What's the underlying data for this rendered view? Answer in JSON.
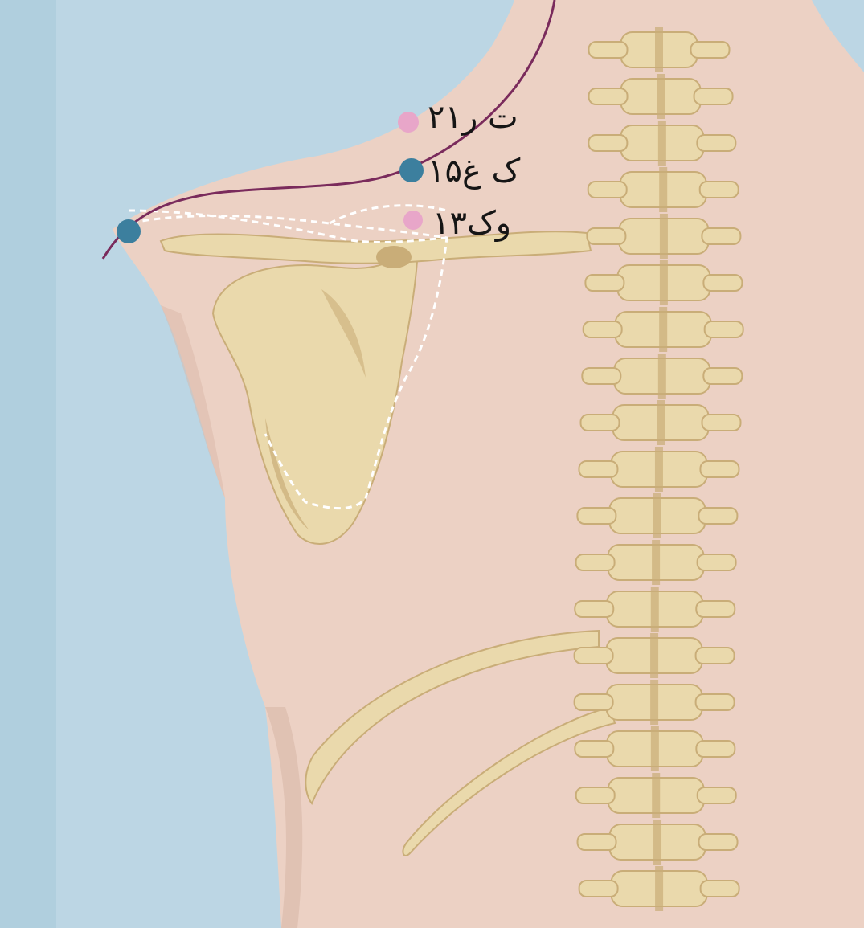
{
  "illustration": {
    "subject": "back-of-shoulder-anatomy",
    "colors": {
      "background": "#bcd6e4",
      "skin": "#ecd1c4",
      "skin_shadow": "#d9b7a8",
      "bone": "#ead9ac",
      "bone_shadow": "#c9ad78",
      "meridian_line": "#7a2b5c",
      "point_blue": "#3c7f9e",
      "point_pink": "#e8a6c9",
      "dashed_outline": "#ffffff"
    }
  },
  "points": [
    {
      "label": "ت ر٢١",
      "color": "#e8a6c9"
    },
    {
      "label": "ک غ١۵",
      "color": "#3c7f9e"
    },
    {
      "label": "وک١٣",
      "color": "#e8a6c9"
    },
    {
      "label": "",
      "color": "#3c7f9e"
    }
  ]
}
